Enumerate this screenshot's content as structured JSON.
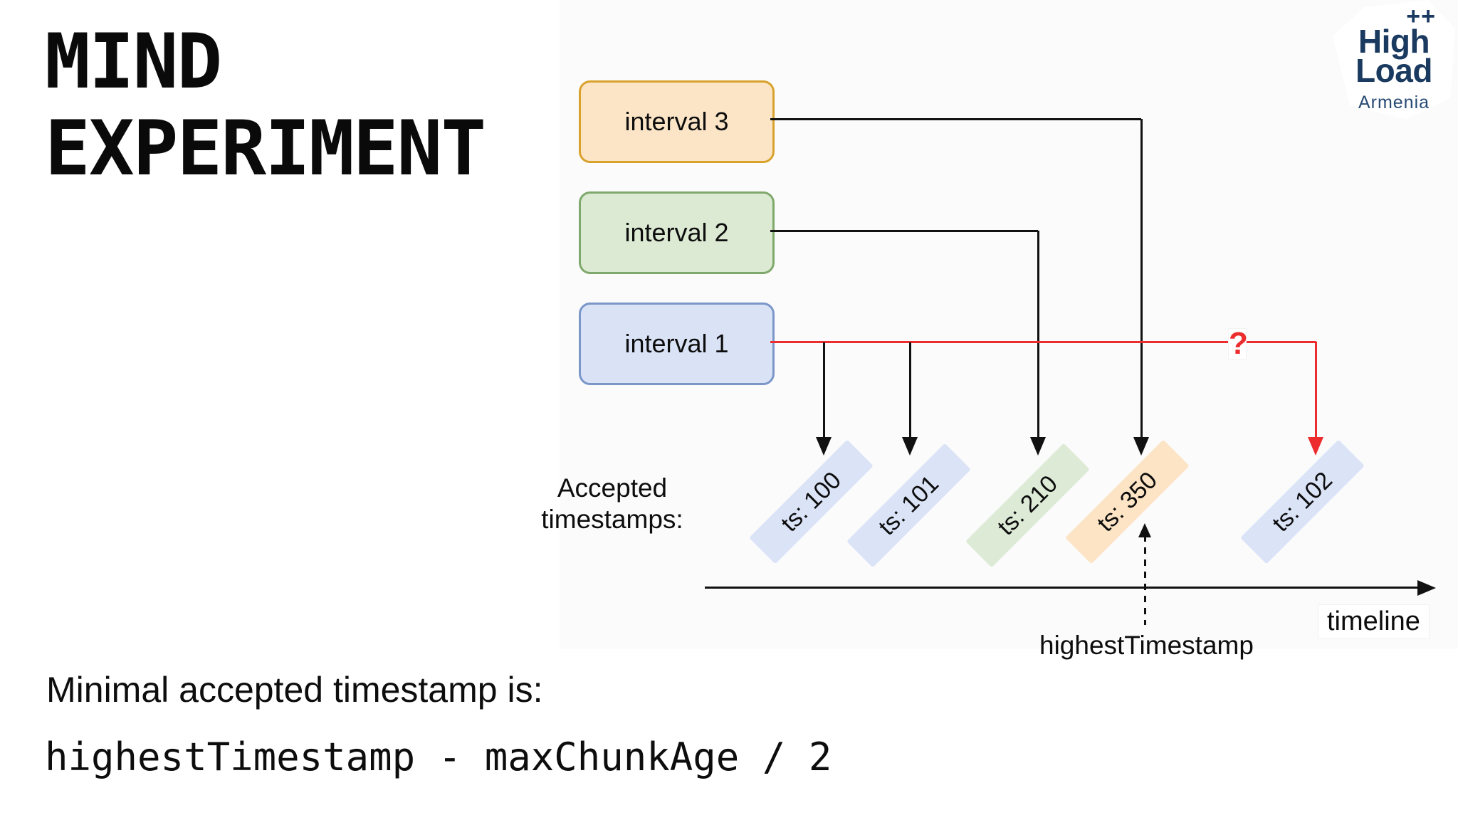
{
  "title": {
    "line1": "MIND",
    "line2": "EXPERIMENT"
  },
  "logo": {
    "plus": "++",
    "line1": "High",
    "line2": "Load",
    "subtitle": "Armenia"
  },
  "intervals": [
    {
      "label": "interval 3",
      "fill": "#fce5c7",
      "border": "#d8a22d"
    },
    {
      "label": "interval 2",
      "fill": "#dcead4",
      "border": "#7fa96c"
    },
    {
      "label": "interval 1",
      "fill": "#dae3f6",
      "border": "#7b96c8"
    }
  ],
  "accepted_label": {
    "line1": "Accepted",
    "line2": "timestamps:"
  },
  "timestamps": [
    {
      "label": "ts: 100",
      "color": "#dbe3f7",
      "source": "interval 1"
    },
    {
      "label": "ts: 101",
      "color": "#dbe3f7",
      "source": "interval 1"
    },
    {
      "label": "ts: 210",
      "color": "#dcead6",
      "source": "interval 2"
    },
    {
      "label": "ts: 350",
      "color": "#fce4c5",
      "source": "interval 3"
    },
    {
      "label": "ts: 102",
      "color": "#dbe3f7",
      "source": "interval 1"
    }
  ],
  "question_mark": "?",
  "highest_timestamp_label": "highestTimestamp",
  "timeline_label": "timeline",
  "footer": {
    "line1": "Minimal accepted timestamp is:",
    "line2": "highestTimestamp - maxChunkAge / 2"
  },
  "colors": {
    "accent_red": "#ed2d2d",
    "connector_black": "#111111",
    "logo_navy": "#1a3a60",
    "background": "#ffffff"
  }
}
